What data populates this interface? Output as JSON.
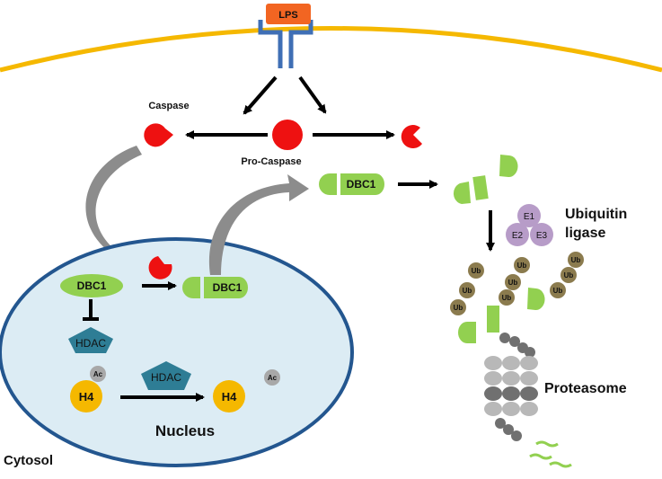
{
  "labels": {
    "lps": "LPS",
    "caspase": "Caspase",
    "pro_caspase": "Pro-Caspase",
    "dbc1_cytosol": "DBC1",
    "dbc1_nucleus_left": "DBC1",
    "dbc1_nucleus_right": "DBC1",
    "hdac_top": "HDAC",
    "hdac_bottom": "HDAC",
    "h4_left": "H4",
    "h4_right": "H4",
    "ac_left": "Ac",
    "ac_right": "Ac",
    "e1": "E1",
    "e2": "E2",
    "e3": "E3",
    "ubiquitin_ligase_line1": "Ubiquitin",
    "ubiquitin_ligase_line2": "ligase",
    "ub": "Ub",
    "proteasome": "Proteasome",
    "nucleus": "Nucleus",
    "cytosol": "Cytosol"
  },
  "colors": {
    "membrane": "#f5b800",
    "receptor": "#3f6fb5",
    "lps_box": "#f26522",
    "caspase_red": "#ee1111",
    "dbc1_green": "#92d050",
    "nucleus_fill": "#dcecf4",
    "nucleus_border": "#23568f",
    "hdac_teal": "#2e7d95",
    "h4_yellow": "#f5b800",
    "ac_gray": "#a8a8a8",
    "e_purple": "#b79cc8",
    "ub_olive": "#8b7b4e",
    "proteasome_dark": "#707070",
    "proteasome_light": "#b8b8b8",
    "arrow_gray": "#8c8c8c"
  }
}
